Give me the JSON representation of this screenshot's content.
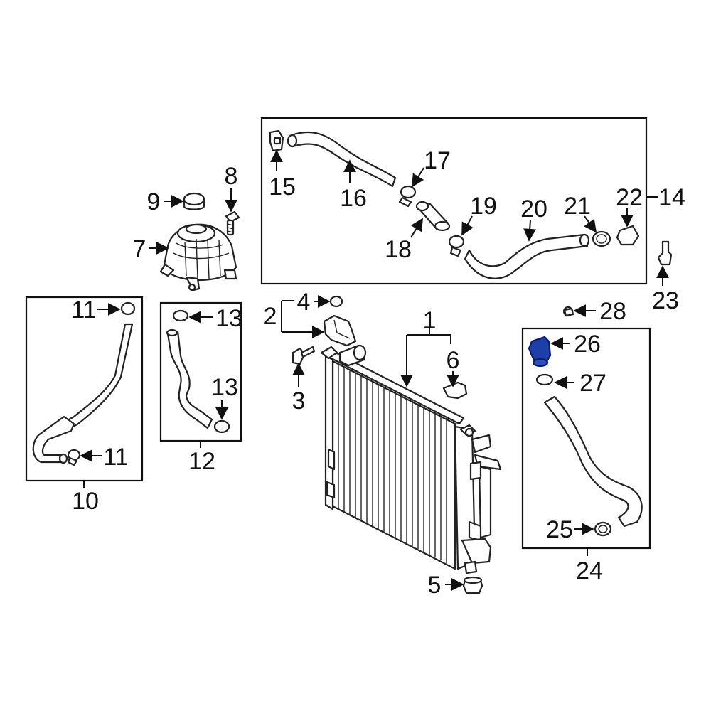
{
  "diagram": {
    "highlight_color": "#1e3fa8",
    "callouts": {
      "c1": "1",
      "c2": "2",
      "c3": "3",
      "c4": "4",
      "c5": "5",
      "c6": "6",
      "c7": "7",
      "c8": "8",
      "c9": "9",
      "c10": "10",
      "c11a": "11",
      "c11b": "11",
      "c12": "12",
      "c13a": "13",
      "c13b": "13",
      "c14": "14",
      "c15": "15",
      "c16": "16",
      "c17": "17",
      "c18": "18",
      "c19": "19",
      "c20": "20",
      "c21": "21",
      "c22": "22",
      "c23": "23",
      "c24": "24",
      "c25": "25",
      "c26": "26",
      "c27": "27",
      "c28": "28"
    }
  }
}
